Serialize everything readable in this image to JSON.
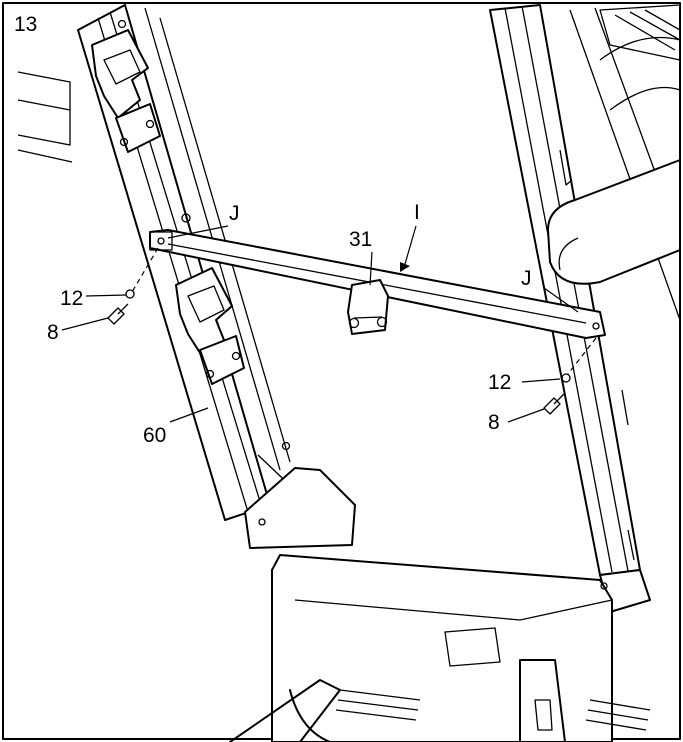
{
  "step_number": "13",
  "callouts": {
    "j_left": "J",
    "i_crossbar": "I",
    "part_31": "31",
    "j_right": "J",
    "part_12_left": "12",
    "part_8_left": "8",
    "part_60": "60",
    "part_12_right": "12",
    "part_8_right": "8"
  }
}
